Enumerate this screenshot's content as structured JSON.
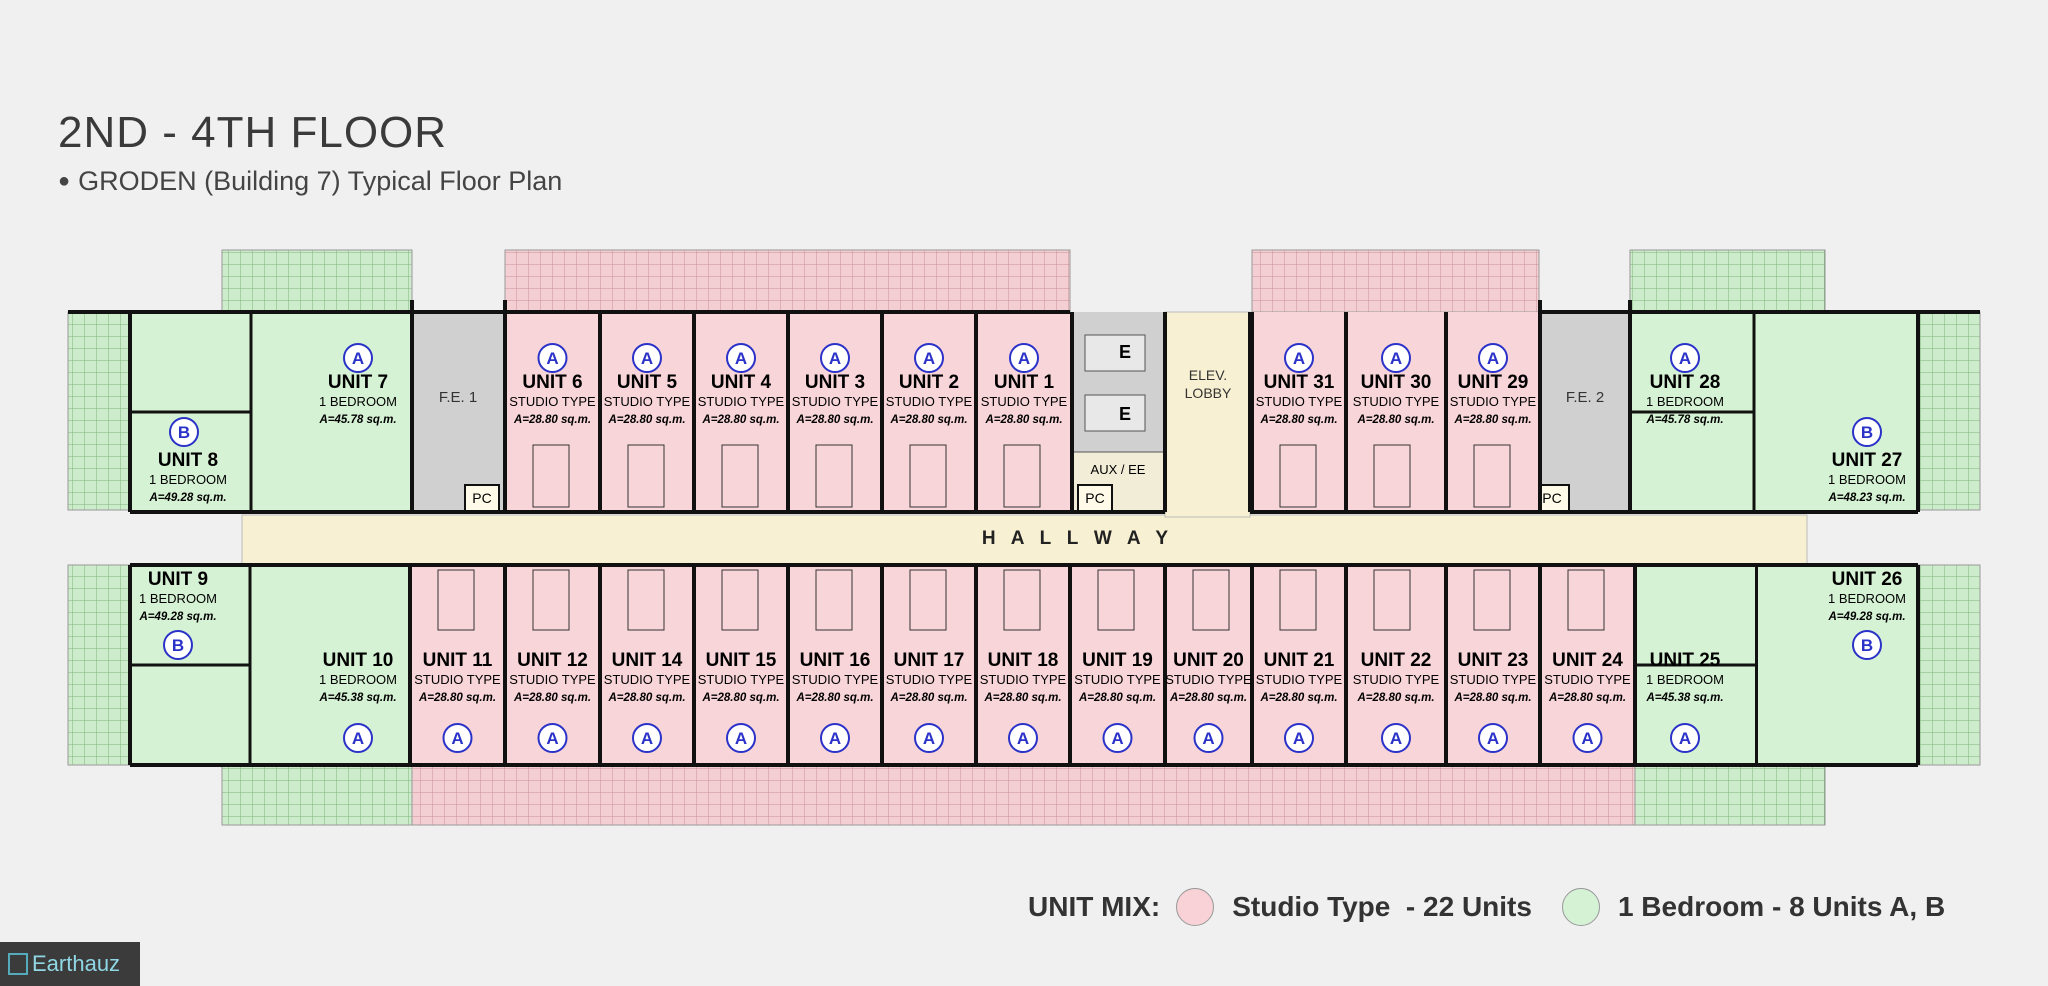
{
  "header": {
    "title": "2ND - 4TH FLOOR",
    "subtitle": "GRODEN (Building 7) Typical Floor Plan"
  },
  "colors": {
    "studio": "#f8d5d8",
    "one_bedroom": "#d6f2d4",
    "hallway": "#f8f0d2",
    "core": "#d0d0d0",
    "wall": "#111111",
    "type_badge": "#2a32c8"
  },
  "hallway_label": "H   A   L   L   W   A   Y",
  "core_labels": {
    "fe1": "F.E. 1",
    "fe2": "F.E. 2",
    "elevator": "E",
    "elev_lobby_line1": "ELEV.",
    "elev_lobby_line2": "LOBBY",
    "aux": "AUX / EE",
    "pc": "PC"
  },
  "units_top": [
    {
      "name": "UNIT 6",
      "type": "STUDIO TYPE",
      "area": "A=28.80 sq.m.",
      "badge": "A"
    },
    {
      "name": "UNIT 5",
      "type": "STUDIO TYPE",
      "area": "A=28.80 sq.m.",
      "badge": "A"
    },
    {
      "name": "UNIT 4",
      "type": "STUDIO TYPE",
      "area": "A=28.80 sq.m.",
      "badge": "A"
    },
    {
      "name": "UNIT 3",
      "type": "STUDIO TYPE",
      "area": "A=28.80 sq.m.",
      "badge": "A"
    },
    {
      "name": "UNIT 2",
      "type": "STUDIO TYPE",
      "area": "A=28.80 sq.m.",
      "badge": "A"
    },
    {
      "name": "UNIT 1",
      "type": "STUDIO TYPE",
      "area": "A=28.80 sq.m.",
      "badge": "A"
    },
    {
      "name": "UNIT 31",
      "type": "STUDIO TYPE",
      "area": "A=28.80 sq.m.",
      "badge": "A"
    },
    {
      "name": "UNIT 30",
      "type": "STUDIO TYPE",
      "area": "A=28.80 sq.m.",
      "badge": "A"
    },
    {
      "name": "UNIT 29",
      "type": "STUDIO TYPE",
      "area": "A=28.80 sq.m.",
      "badge": "A"
    }
  ],
  "units_bottom": [
    {
      "name": "UNIT 11",
      "type": "STUDIO TYPE",
      "area": "A=28.80 sq.m.",
      "badge": "A"
    },
    {
      "name": "UNIT 12",
      "type": "STUDIO TYPE",
      "area": "A=28.80 sq.m.",
      "badge": "A"
    },
    {
      "name": "UNIT 14",
      "type": "STUDIO TYPE",
      "area": "A=28.80 sq.m.",
      "badge": "A"
    },
    {
      "name": "UNIT 15",
      "type": "STUDIO TYPE",
      "area": "A=28.80 sq.m.",
      "badge": "A"
    },
    {
      "name": "UNIT 16",
      "type": "STUDIO TYPE",
      "area": "A=28.80 sq.m.",
      "badge": "A"
    },
    {
      "name": "UNIT 17",
      "type": "STUDIO TYPE",
      "area": "A=28.80 sq.m.",
      "badge": "A"
    },
    {
      "name": "UNIT 18",
      "type": "STUDIO TYPE",
      "area": "A=28.80 sq.m.",
      "badge": "A"
    },
    {
      "name": "UNIT 19",
      "type": "STUDIO TYPE",
      "area": "A=28.80 sq.m.",
      "badge": "A"
    },
    {
      "name": "UNIT 20",
      "type": "STUDIO TYPE",
      "area": "A=28.80 sq.m.",
      "badge": "A"
    },
    {
      "name": "UNIT 21",
      "type": "STUDIO TYPE",
      "area": "A=28.80 sq.m.",
      "badge": "A"
    },
    {
      "name": "UNIT 22",
      "type": "STUDIO TYPE",
      "area": "A=28.80 sq.m.",
      "badge": "A"
    },
    {
      "name": "UNIT 23",
      "type": "STUDIO TYPE",
      "area": "A=28.80 sq.m.",
      "badge": "A"
    },
    {
      "name": "UNIT 24",
      "type": "STUDIO TYPE",
      "area": "A=28.80 sq.m.",
      "badge": "A"
    }
  ],
  "units_one_bedroom": [
    {
      "name": "UNIT 7",
      "type": "1 BEDROOM",
      "area": "A=45.78 sq.m.",
      "badge": "A"
    },
    {
      "name": "UNIT 8",
      "type": "1 BEDROOM",
      "area": "A=49.28 sq.m.",
      "badge": "B"
    },
    {
      "name": "UNIT 9",
      "type": "1 BEDROOM",
      "area": "A=49.28 sq.m.",
      "badge": "B"
    },
    {
      "name": "UNIT 10",
      "type": "1 BEDROOM",
      "area": "A=45.38 sq.m.",
      "badge": "A"
    },
    {
      "name": "UNIT 28",
      "type": "1 BEDROOM",
      "area": "A=45.78 sq.m.",
      "badge": "A"
    },
    {
      "name": "UNIT 27",
      "type": "1 BEDROOM",
      "area": "A=48.23 sq.m.",
      "badge": "B"
    },
    {
      "name": "UNIT 26",
      "type": "1 BEDROOM",
      "area": "A=49.28 sq.m.",
      "badge": "B"
    },
    {
      "name": "UNIT 25",
      "type": "1 BEDROOM",
      "area": "A=45.38 sq.m.",
      "badge": "A"
    }
  ],
  "legend": {
    "label": "UNIT MIX:",
    "studio": "Studio Type  - 22 Units",
    "one_bedroom": "1 Bedroom - 8 Units A, B"
  },
  "logo": {
    "text": "Earthauz"
  }
}
